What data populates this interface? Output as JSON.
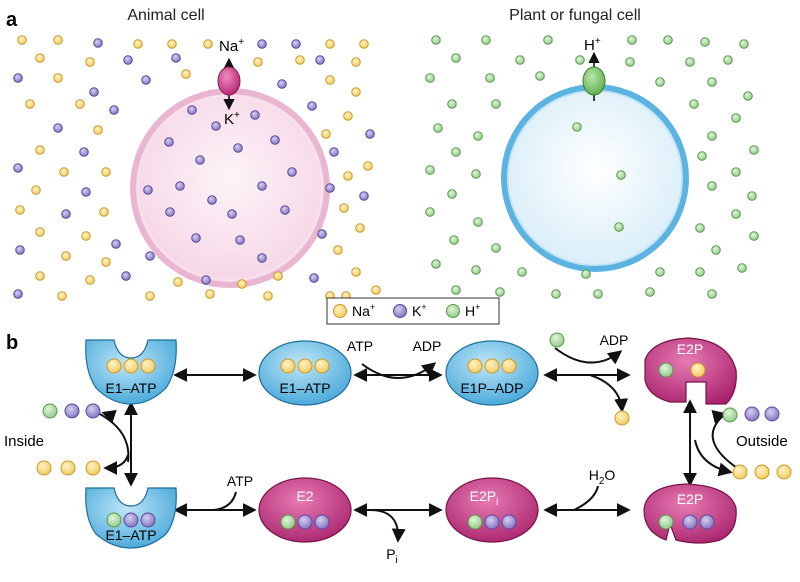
{
  "panels": {
    "a": {
      "letter": "a",
      "animal_title": "Animal cell",
      "plant_title": "Plant or fungal cell",
      "pump_animal_out": "Na",
      "pump_animal_out_sup": "+",
      "pump_animal_in": "K",
      "pump_animal_in_sup": "+",
      "pump_plant_out": "H",
      "pump_plant_out_sup": "+"
    },
    "b": {
      "letter": "b",
      "states": {
        "s1": "E1–ATP",
        "s2": "E1–ATP",
        "s3": "E1P–ADP",
        "s4": "E2P",
        "s5": "E2P",
        "s6": "E2P",
        "s6_sub": "i",
        "s7": "E2",
        "s8": "E1–ATP"
      },
      "labels": {
        "atp_top": "ATP",
        "adp_top": "ADP",
        "adp_right": "ADP",
        "atp_bottom": "ATP",
        "h2o": "H",
        "h2o_sub": "2",
        "h2o_tail": "O",
        "pi": "P",
        "pi_sub": "i",
        "inside": "Inside",
        "outside": "Outside"
      }
    }
  },
  "legend": {
    "na": "Na",
    "na_sup": "+",
    "k": "K",
    "k_sup": "+",
    "h": "H",
    "h_sup": "+"
  },
  "colors": {
    "na": "#f6d77a",
    "k": "#9b8fd0",
    "h": "#a6d99a",
    "animal_cell": "#f7dfec",
    "animal_membrane": "#e9b5d0",
    "plant_cell": "#e3f2fb",
    "plant_membrane": "#5ab3e0",
    "e1": "#5ab3e0",
    "e2": "#c2337e"
  }
}
